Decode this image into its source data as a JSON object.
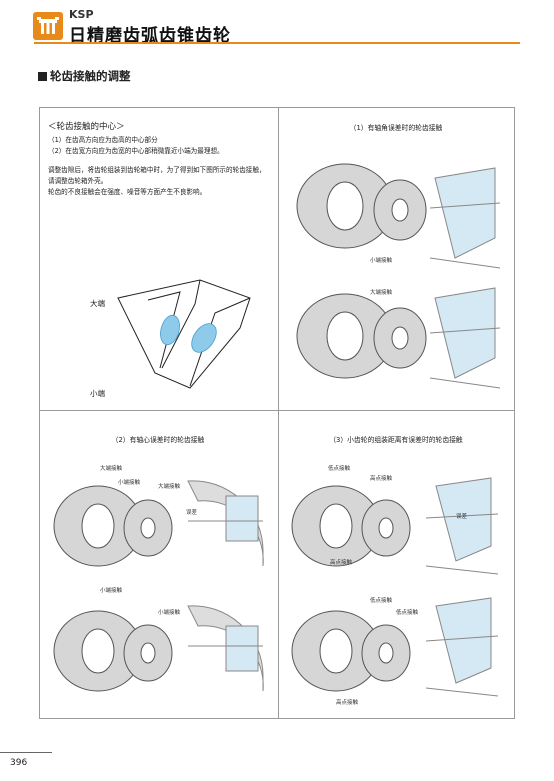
{
  "header": {
    "brand": "KSP",
    "product_title": "日精磨齿弧齿锥齿轮",
    "accent_color": "#e88a1a",
    "logo_icon": "gear-logo-icon"
  },
  "section": {
    "title": "轮齿接触的调整"
  },
  "intro": {
    "heading": "＜轮齿接触的中心＞",
    "item1": "（1）在齿高方向应为齿高的中心部分",
    "item2": "（2）在齿宽方向应为齿宽的中心部稍微靠近小端为最理想。",
    "para1": "调整齿隙后，将齿轮组装到齿轮箱中时，为了得到如下图所示的轮齿接触，请调整齿轮箱外壳。",
    "para2": "轮齿的不良接触会在强度、噪音等方面产生不良影响。",
    "label_big_end": "大端",
    "label_small_end": "小端"
  },
  "panels": {
    "p1": {
      "caption": "（1）有轴角误差时的轮齿接触",
      "label_a": "小端接触",
      "label_b": "大端接触"
    },
    "p2": {
      "caption": "（2）有轴心误差时的轮齿接触",
      "label_a": "大端接触",
      "label_b": "小端接触",
      "label_c": "大端接触",
      "label_d": "小端接触",
      "label_e": "小端接触",
      "label_f": "误差"
    },
    "p3": {
      "caption": "（3）小齿轮的组装距离有误差时的轮齿接触",
      "label_a": "低点接触",
      "label_b": "高点接触",
      "label_c": "高点接触",
      "label_d": "低点接触",
      "label_e": "高点接触",
      "label_f": "低点接触",
      "label_g": "误差"
    }
  },
  "page_number": "396"
}
